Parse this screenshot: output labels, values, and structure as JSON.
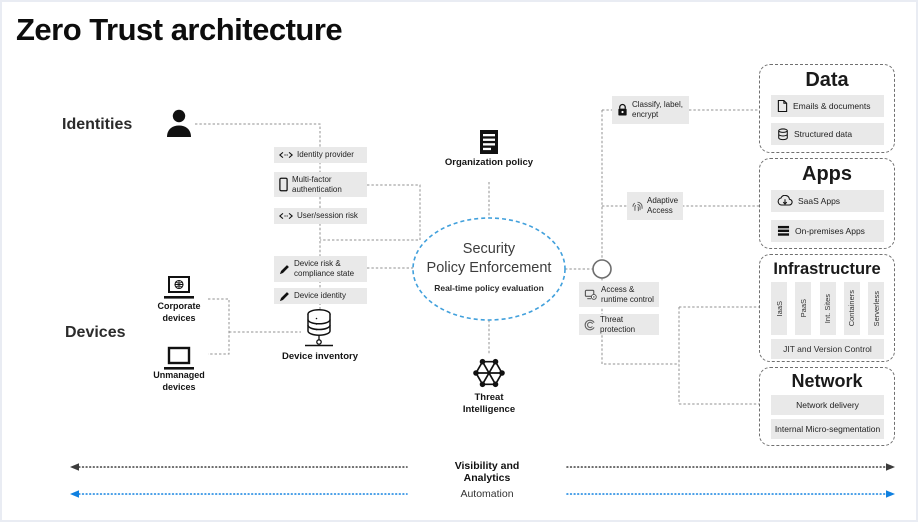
{
  "title": "Zero Trust architecture",
  "colors": {
    "ellipse_stroke": "#41a0dc",
    "automation_arrow": "#0f80e0",
    "analytics_arrow": "#3c3c3c",
    "connector_gray": "#909090",
    "box_fill": "#e9e9e9"
  },
  "icons": {
    "person": "person-icon",
    "identity_provider": "bidirectional-arrows-icon",
    "mfa": "phone-icon",
    "user_session_risk": "bidirectional-arrows-icon",
    "device_risk": "pen-icon",
    "device_identity": "pen-icon",
    "corporate": "laptop-globe-icon",
    "unmanaged": "laptop-icon",
    "inventory": "database-icon",
    "organization_policy": "policy-document-icon",
    "threat_intelligence": "hexagon-network-icon",
    "classify": "lock-icon",
    "adaptive_access": "fingerprint-icon",
    "access_runtime": "device-gear-icon",
    "threat_protection": "swoosh-shield-icon",
    "emails": "document-icon",
    "structured": "database-icon",
    "saas": "cloud-download-icon",
    "onprem": "server-stack-icon"
  },
  "identities": {
    "label": "Identities"
  },
  "devices": {
    "label": "Devices",
    "corporate": "Corporate devices",
    "unmanaged": "Unmanaged devices",
    "inventory": "Device inventory"
  },
  "identity_controls": {
    "identity_provider": "Identity provider",
    "mfa": "Multi-factor authentication",
    "user_session_risk": "User/session risk"
  },
  "device_controls": {
    "device_risk": "Device risk & compliance state",
    "device_identity": "Device identity"
  },
  "policy": {
    "organization_policy": "Organization policy",
    "enforcement_title": "Security\nPolicy Enforcement",
    "enforcement_subtitle": "Real-time policy evaluation",
    "threat_intelligence": "Threat Intelligence"
  },
  "access_controls": {
    "classify": "Classify, label, encrypt",
    "adaptive_access": "Adaptive Access",
    "access_runtime": "Access & runtime control",
    "threat_protection": "Threat protection"
  },
  "panels": {
    "data": {
      "title": "Data",
      "items": [
        {
          "label": "Emails & documents"
        },
        {
          "label": "Structured data"
        }
      ]
    },
    "apps": {
      "title": "Apps",
      "items": [
        {
          "label": "SaaS Apps"
        },
        {
          "label": "On-premises Apps"
        }
      ]
    },
    "infrastructure": {
      "title": "Infrastructure",
      "columns": [
        "IaaS",
        "PaaS",
        "Int. Sites",
        "Containers",
        "Serverless"
      ],
      "footer": "JIT and Version Control"
    },
    "network": {
      "title": "Network",
      "items": [
        {
          "label": "Network delivery"
        },
        {
          "label": "Internal Micro-segmentation"
        }
      ]
    }
  },
  "bottom": {
    "visibility": "Visibility and Analytics",
    "automation": "Automation"
  }
}
